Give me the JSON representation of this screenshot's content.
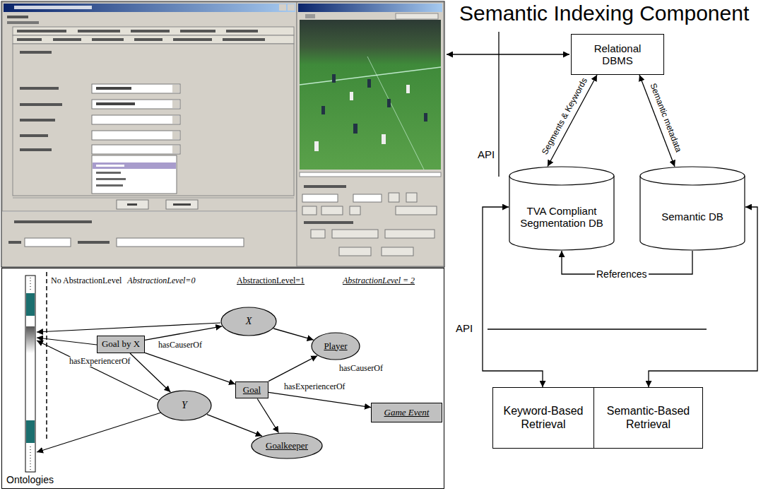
{
  "diagram": {
    "title": "Semantic Indexing Component",
    "nodes": [
      {
        "text": [
          "Relational DBMS"
        ]
      },
      {
        "text": [
          "TVA Compliant Segmentation DB"
        ]
      },
      {
        "text": [
          "Semantic DB"
        ]
      },
      {
        "text": [
          "Keyword-Based Retrieval"
        ]
      },
      {
        "text": [
          "Semantic-Based Retrieval"
        ]
      },
      {
        "text": [
          "Ontologies"
        ]
      },
      {
        "text": [
          "X"
        ],
        "in": 5
      },
      {
        "text": [
          "Goal by X"
        ],
        "in": 5
      },
      {
        "text": [
          "Player"
        ],
        "in": 5
      },
      {
        "text": [
          "Y"
        ],
        "in": 5
      },
      {
        "text": [
          "Goal"
        ],
        "in": 5
      },
      {
        "text": [
          "Game Event"
        ],
        "in": 5
      },
      {
        "text": [
          "Goalkeeper"
        ],
        "in": 5
      }
    ],
    "edges": [
      {
        "from": 0,
        "to": 1,
        "label": "Segments & Keywords",
        "arrow": "both"
      },
      {
        "from": 0,
        "to": 2,
        "label": "Semantic metadata",
        "arrow": "both"
      },
      {
        "from": 2,
        "to": 1,
        "label": "References",
        "arrow": "to"
      },
      {
        "from": 1,
        "to": 3,
        "arrow": "both"
      },
      {
        "from": 2,
        "to": 4,
        "arrow": "both"
      },
      {
        "from": 7,
        "to": 6,
        "label": "hasCauserOf",
        "arrow": "to"
      },
      {
        "from": 6,
        "to": 8,
        "arrow": "to"
      },
      {
        "from": 7,
        "to": 9,
        "label": "hasExperiencerOf",
        "arrow": "to"
      },
      {
        "from": 7,
        "to": 10,
        "arrow": "to"
      },
      {
        "from": 10,
        "to": 8,
        "label": "hasCauserOf",
        "arrow": "to"
      },
      {
        "from": 10,
        "to": 11,
        "label": "hasExperiencerOf",
        "arrow": "to"
      },
      {
        "from": 9,
        "to": 12,
        "arrow": "to"
      },
      {
        "from": 10,
        "to": 12,
        "arrow": "to"
      }
    ],
    "labels": [
      "API",
      "API",
      "No AbstractionLevel",
      "AbstractionLevel=0",
      "AbstractionLevel=1",
      "AbstractionLevel = 2"
    ]
  }
}
